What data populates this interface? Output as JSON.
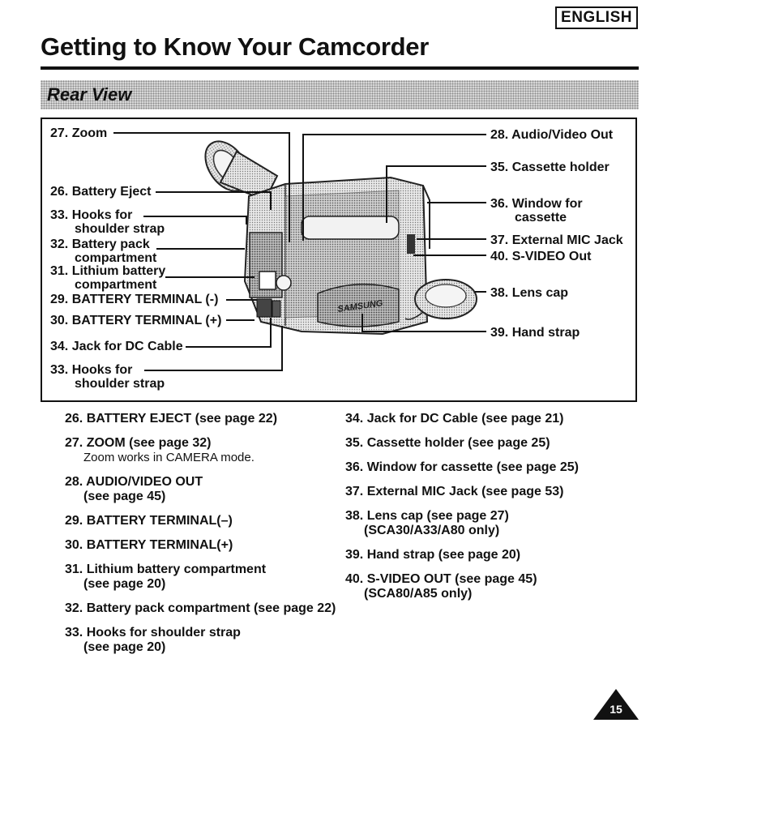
{
  "header": {
    "language": "ENGLISH",
    "title": "Getting to Know Your Camcorder",
    "section": "Rear View"
  },
  "diagram": {
    "labels_left": [
      {
        "text": "27. Zoom"
      },
      {
        "text": "26. Battery Eject"
      },
      {
        "text": "33. Hooks for",
        "sub": "shoulder strap"
      },
      {
        "text": "32. Battery pack",
        "sub": "compartment"
      },
      {
        "text": "31. Lithium battery",
        "sub": "compartment"
      },
      {
        "text": "29. BATTERY TERMINAL (-)"
      },
      {
        "text": "30. BATTERY TERMINAL (+)"
      },
      {
        "text": "34. Jack for DC Cable"
      },
      {
        "text": "33. Hooks for",
        "sub": "shoulder strap"
      }
    ],
    "labels_right": [
      {
        "text": "28. Audio/Video Out"
      },
      {
        "text": "35. Cassette holder"
      },
      {
        "text": "36. Window for",
        "sub": "cassette"
      },
      {
        "text": "37. External MIC Jack"
      },
      {
        "text": "40. S-VIDEO Out"
      },
      {
        "text": "38. Lens cap"
      },
      {
        "text": "39. Hand strap"
      }
    ],
    "brand_mark": "SAMSUNG"
  },
  "descriptions_left": [
    {
      "text": "26. BATTERY EJECT (see page 22)"
    },
    {
      "text": "27. ZOOM (see page 32)",
      "note": "Zoom works in CAMERA mode."
    },
    {
      "text": "28. AUDIO/VIDEO OUT",
      "cont": "(see page 45)"
    },
    {
      "text": "29. BATTERY TERMINAL(–)"
    },
    {
      "text": "30. BATTERY TERMINAL(+)"
    },
    {
      "text": "31. Lithium battery compartment",
      "cont": "(see page 20)"
    },
    {
      "text": "32. Battery pack compartment (see page 22)"
    },
    {
      "text": "33. Hooks for shoulder strap",
      "cont": "(see page 20)"
    }
  ],
  "descriptions_right": [
    {
      "text": "34. Jack for DC Cable (see page 21)"
    },
    {
      "text": "35. Cassette holder (see page 25)"
    },
    {
      "text": "36. Window for cassette (see page 25)"
    },
    {
      "text": "37. External MIC Jack (see page 53)"
    },
    {
      "text": "38. Lens cap (see page 27)",
      "cont": "(SCA30/A33/A80 only)"
    },
    {
      "text": "39. Hand strap (see page 20)"
    },
    {
      "text": "40. S-VIDEO OUT (see page 45)",
      "cont": "(SCA80/A85 only)"
    }
  ],
  "page_number": "15"
}
